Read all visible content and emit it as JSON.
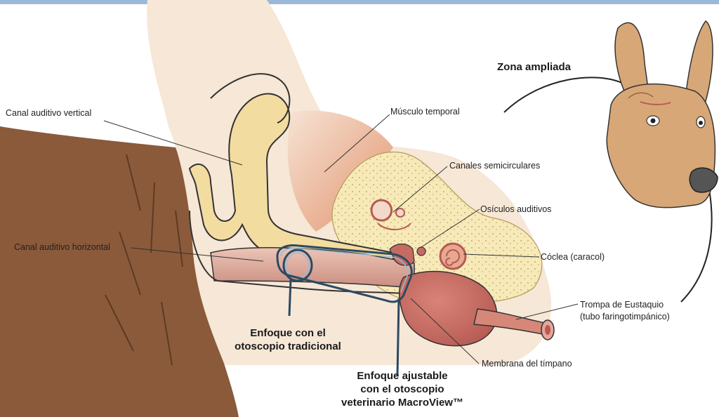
{
  "colors": {
    "top_bar": "#9ab9d6",
    "skin": "#f6e7d6",
    "fur": "#8a5a3a",
    "cartilage": "#f3dca0",
    "muscle": "#eeb79b",
    "bone": "#f6e9b0",
    "canal": "#dca89a",
    "bulla": "#c66b62",
    "cochlea": "#e8a890",
    "otoscope": "#2c4a62",
    "dog": "#d8a777"
  },
  "diagram": {
    "labels": {
      "vertical_canal": "Canal auditivo vertical",
      "horizontal_canal": "Canal auditivo horizontal",
      "temporal_muscle": "Músculo temporal",
      "semicircular_canals": "Canales semicirculares",
      "ossicles": "Osículos auditivos",
      "cochlea": "Cóclea (caracol)",
      "eustachian_line1": "Trompa de Eustaquio",
      "eustachian_line2": "(tubo faringotimpánico)",
      "eardrum": "Membrana del tímpano",
      "zoom": "Zona ampliada"
    },
    "traditional_focus": [
      "Enfoque con el",
      "otoscopio tradicional"
    ],
    "adjustable_focus": [
      "Enfoque ajustable",
      "con el otoscopio",
      "veterinario MacroView™"
    ]
  }
}
